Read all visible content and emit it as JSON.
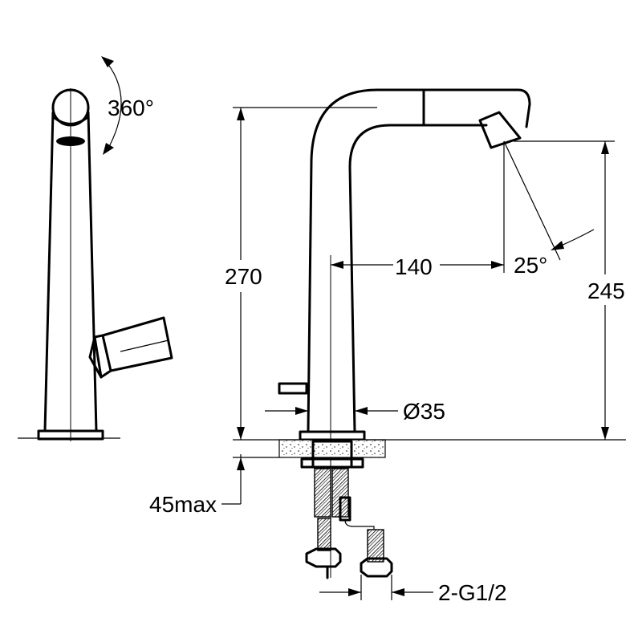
{
  "labels": {
    "rotation": "360°",
    "overall_height": "270",
    "spout_reach": "140",
    "spray_angle": "25°",
    "outlet_height": "245",
    "body_diameter": "Ø35",
    "deck_thickness": "45max",
    "connection": "2-G1/2"
  }
}
